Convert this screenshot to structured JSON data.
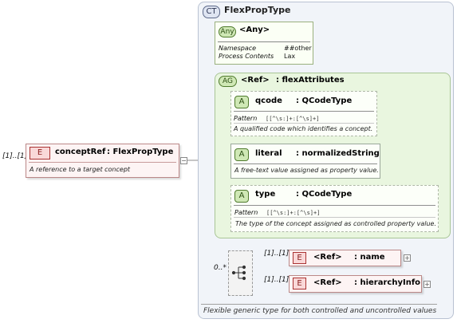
{
  "root": {
    "cardinality": "[1]..[1]",
    "badge": "E",
    "name": "conceptRef",
    "type": ": FlexPropType",
    "doc": "A reference to a target concept"
  },
  "complex_type": {
    "badge": "CT",
    "title": "FlexPropType",
    "doc": "Flexible generic type for both controlled and uncontrolled values"
  },
  "any": {
    "badge": "Any",
    "title": "<Any>",
    "rows": [
      {
        "key": "Namespace",
        "value": "##other"
      },
      {
        "key": "Process Contents",
        "value": "Lax"
      }
    ]
  },
  "attribute_group": {
    "badge": "AG",
    "ref": "<Ref>",
    "name": ": flexAttributes",
    "attributes": [
      {
        "badge": "A",
        "name": "qcode",
        "type": ": QCodeType",
        "pattern_label": "Pattern",
        "pattern": "[[^\\s:]+:[^\\s]+]",
        "doc": "A qualified code which identifies a concept."
      },
      {
        "badge": "A",
        "name": "literal",
        "type": ": normalizedString",
        "pattern_label": "",
        "pattern": "",
        "doc": "A free-text value assigned as property value."
      },
      {
        "badge": "A",
        "name": "type",
        "type": ": QCodeType",
        "pattern_label": "Pattern",
        "pattern": "[[^\\s:]+:[^\\s]+]",
        "doc": "The type of the concept assigned as controlled property value."
      }
    ]
  },
  "choice": {
    "cardinality": "0..*",
    "children": [
      {
        "cardinality": "[1]..[1]",
        "badge": "E",
        "ref": "<Ref>",
        "name": ": name"
      },
      {
        "cardinality": "[1]..[1]",
        "badge": "E",
        "ref": "<Ref>",
        "name": ": hierarchyInfo"
      }
    ]
  },
  "colors": {
    "element": "#a33",
    "attribute": "#4f7a2d",
    "type": "#5e6a8a"
  }
}
